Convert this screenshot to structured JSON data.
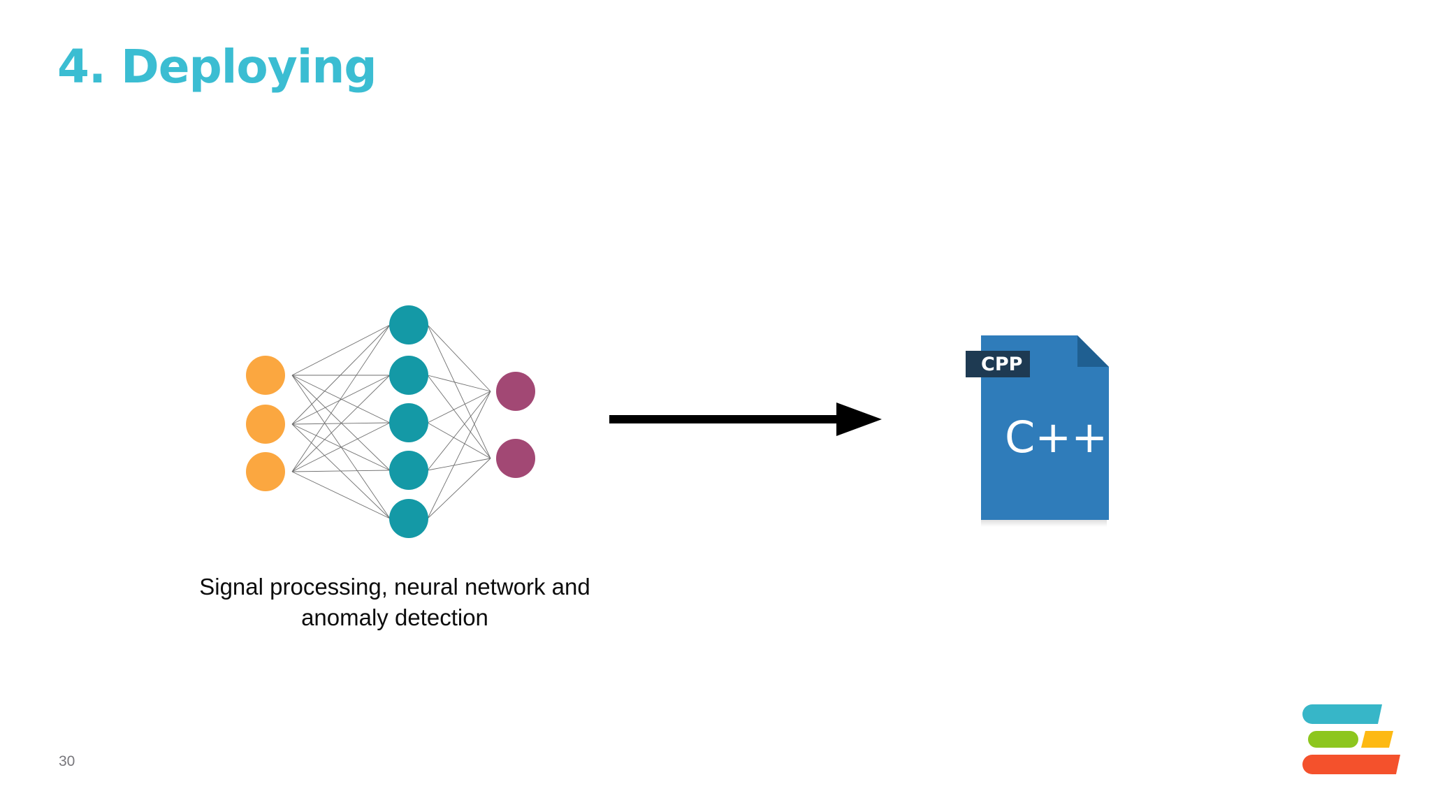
{
  "slide": {
    "title": "4. Deploying",
    "page_number": "30",
    "background_color": "#ffffff",
    "title_color": "#3BBDD2"
  },
  "diagram": {
    "caption_line_1": "Signal processing, neural network and",
    "caption_line_2": "anomaly detection",
    "caption_full": "Signal processing, neural network and anomaly detection",
    "neural_network": {
      "input_layer": {
        "name": "input-layer",
        "node_count": 3,
        "color": "#FBA740"
      },
      "hidden_layer": {
        "name": "hidden-layer",
        "node_count": 5,
        "color": "#1499A6"
      },
      "output_layer": {
        "name": "output-layer",
        "node_count": 2,
        "color": "#A24874"
      },
      "edge_color": "#555555"
    },
    "arrow": {
      "name": "right-arrow",
      "direction": "right",
      "color": "#000000"
    },
    "cpp_file": {
      "badge_label": "CPP",
      "file_label": "C++",
      "page_color": "#2F7CBA",
      "badge_color": "#1E3A52",
      "fold_color": "#1F5F91",
      "label_color": "#ffffff"
    }
  },
  "logo": {
    "name": "brand-logo",
    "bars": [
      {
        "name": "bar-cyan",
        "color": "#37B6C8"
      },
      {
        "name": "bar-green",
        "color": "#8DC61E"
      },
      {
        "name": "bar-yellow",
        "color": "#FDB913"
      },
      {
        "name": "bar-orange",
        "color": "#F4512C"
      }
    ]
  }
}
